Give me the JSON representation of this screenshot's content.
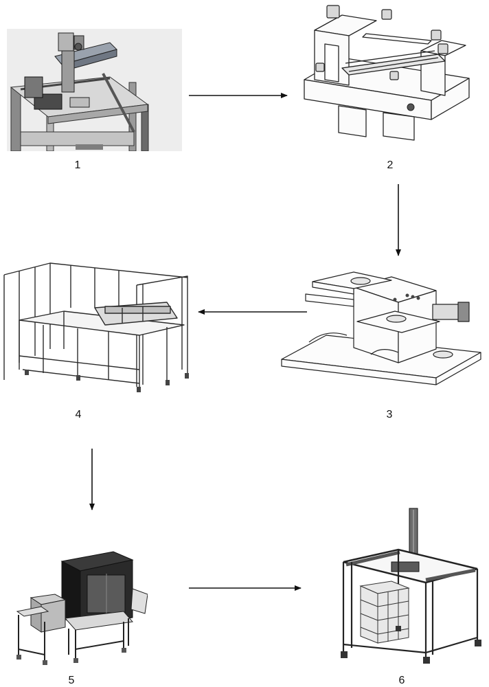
{
  "steps": [
    {
      "label": "1"
    },
    {
      "label": "2"
    },
    {
      "label": "3"
    },
    {
      "label": "4"
    },
    {
      "label": "5"
    },
    {
      "label": "6"
    }
  ],
  "colors": {
    "line": "#2a2a2a",
    "metal_light": "#f2f2f2",
    "metal_mid": "#c9c9c9",
    "metal_dark": "#6d6d6d",
    "accent_blue": "#5f6f86",
    "dark_panel": "#1f1f1f",
    "arrow": "#111111"
  },
  "icons": [
    "machine-drawing",
    "arrow-right",
    "arrow-down",
    "arrow-left"
  ]
}
